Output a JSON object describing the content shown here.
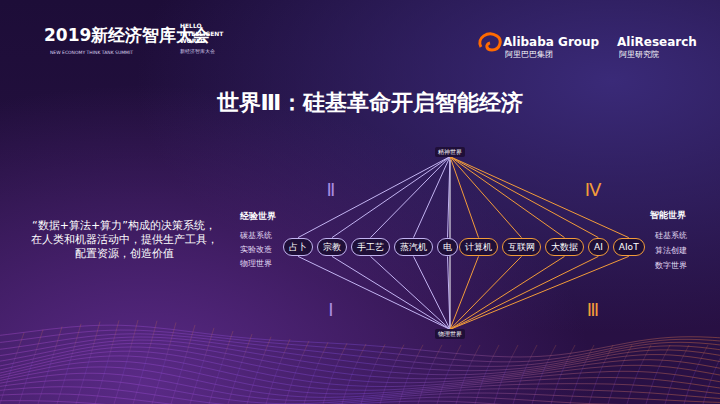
{
  "diagram": {
    "title": "世界Ⅲ：硅基革命开启智能经济",
    "nodes": [
      {
        "text": [
          "精神世界"
        ]
      },
      {
        "text": [
          "占卜"
        ]
      },
      {
        "text": [
          "宗教"
        ]
      },
      {
        "text": [
          "手工艺"
        ]
      },
      {
        "text": [
          "蒸汽机"
        ]
      },
      {
        "text": [
          "电"
        ]
      },
      {
        "text": [
          "计算机"
        ]
      },
      {
        "text": [
          "互联网"
        ]
      },
      {
        "text": [
          "大数据"
        ]
      },
      {
        "text": [
          "AI"
        ]
      },
      {
        "text": [
          "AIoT"
        ]
      },
      {
        "text": [
          "物理世界"
        ]
      }
    ],
    "edges": [
      {
        "from": 0,
        "to": 1,
        "arrow": "none"
      },
      {
        "from": 0,
        "to": 2,
        "arrow": "none"
      },
      {
        "from": 0,
        "to": 3,
        "arrow": "none"
      },
      {
        "from": 0,
        "to": 4,
        "arrow": "none"
      },
      {
        "from": 0,
        "to": 5,
        "arrow": "none"
      },
      {
        "from": 0,
        "to": 6,
        "arrow": "none"
      },
      {
        "from": 0,
        "to": 7,
        "arrow": "none"
      },
      {
        "from": 0,
        "to": 8,
        "arrow": "none"
      },
      {
        "from": 0,
        "to": 9,
        "arrow": "none"
      },
      {
        "from": 0,
        "to": 10,
        "arrow": "none"
      },
      {
        "from": 1,
        "to": 11,
        "arrow": "none"
      },
      {
        "from": 2,
        "to": 11,
        "arrow": "none"
      },
      {
        "from": 3,
        "to": 11,
        "arrow": "none"
      },
      {
        "from": 4,
        "to": 11,
        "arrow": "none"
      },
      {
        "from": 5,
        "to": 11,
        "arrow": "none"
      },
      {
        "from": 6,
        "to": 11,
        "arrow": "none"
      },
      {
        "from": 7,
        "to": 11,
        "arrow": "none"
      },
      {
        "from": 8,
        "to": 11,
        "arrow": "none"
      },
      {
        "from": 9,
        "to": 11,
        "arrow": "none"
      },
      {
        "from": 10,
        "to": 11,
        "arrow": "none"
      }
    ],
    "labels": [
      "2019新经济智库大会",
      "HELLO INTELLIGENT WORLD",
      "NEW ECONOMY THINK TANK SUMMIT",
      "新经济智库大会",
      "Alibaba Group",
      "阿里巴巴集团",
      "AliResearch",
      "阿里研究院",
      "Ⅱ",
      "Ⅰ",
      "Ⅳ",
      "Ⅲ",
      "“数据+算法+算力”构成的决策系统， 在人类和机器活动中，提供生产工具， 配置资源，创造价值",
      "经验世界",
      "碳基系统",
      "实验改造",
      "物理世界",
      "智能世界",
      "硅基系统",
      "算法创建",
      "数字世界"
    ]
  }
}
